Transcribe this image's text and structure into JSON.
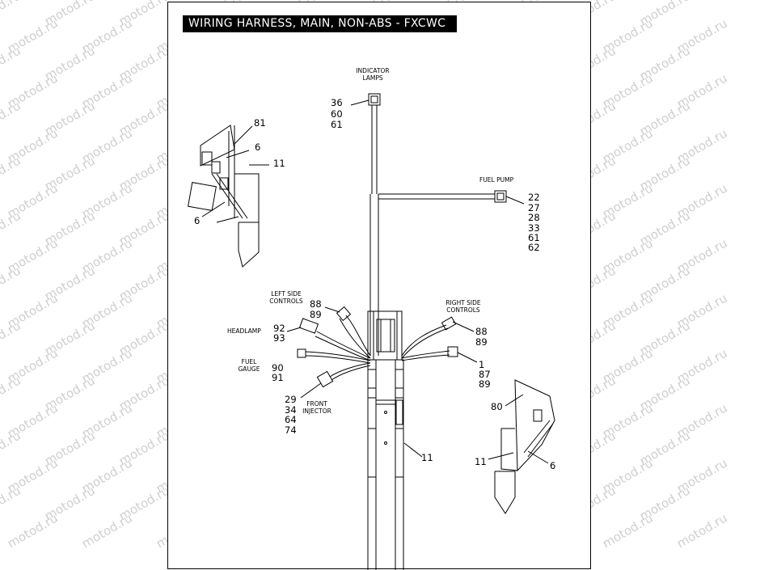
{
  "title": "WIRING HARNESS, MAIN, NON-ABS - FXCWC",
  "watermark": "motod.ru",
  "labels": {
    "indicator_lamps_1": "INDICATOR",
    "indicator_lamps_2": "LAMPS",
    "fuel_pump": "FUEL PUMP",
    "left_side_controls_1": "LEFT SIDE",
    "left_side_controls_2": "CONTROLS",
    "right_side_controls_1": "RIGHT SIDE",
    "right_side_controls_2": "CONTROLS",
    "headlamp": "HEADLAMP",
    "fuel_gauge_1": "FUEL",
    "fuel_gauge_2": "GAUGE",
    "front_injector_1": "FRONT",
    "front_injector_2": "INJECTOR"
  },
  "callouts": {
    "indicator_lamps": [
      "36",
      "60",
      "61"
    ],
    "fuel_pump": [
      "22",
      "27",
      "28",
      "33",
      "61",
      "62"
    ],
    "left_side_controls": [
      "88",
      "89"
    ],
    "headlamp": [
      "92",
      "93"
    ],
    "fuel_gauge": [
      "90",
      "91"
    ],
    "front_injector": [
      "29",
      "34",
      "64",
      "74"
    ],
    "right_side_controls": [
      "88",
      "89"
    ],
    "right_connector": [
      "1",
      "87",
      "89"
    ],
    "main_harness": "11",
    "inset_left": [
      "81",
      "6",
      "11",
      "6"
    ],
    "inset_right": [
      "80",
      "11",
      "6"
    ]
  }
}
